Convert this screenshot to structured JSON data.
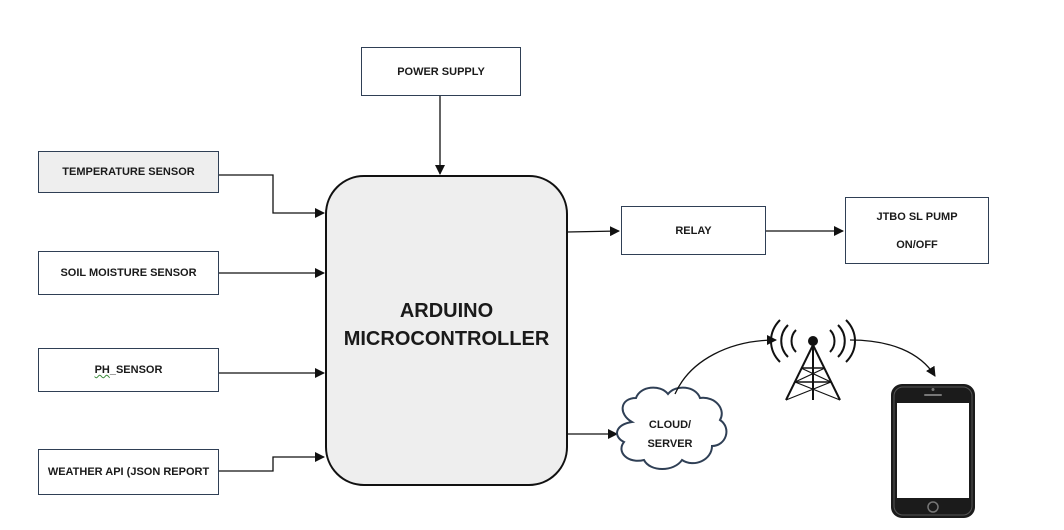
{
  "power_supply": "POWER SUPPLY",
  "sensors": {
    "temperature": "TEMPERATURE SENSOR",
    "soil_moisture": "SOIL MOISTURE SENSOR",
    "ph_prefix": "PH",
    "ph_suffix": "_SENSOR",
    "weather": "WEATHER API (JSON REPORT"
  },
  "controller": {
    "line1": "ARDUINO",
    "line2": "MICROCONTROLLER"
  },
  "relay": "RELAY",
  "pump": {
    "line1": "JTBO SL PUMP",
    "line2": "ON/OFF"
  },
  "cloud": {
    "line1": "CLOUD/",
    "line2": "SERVER"
  },
  "icons": {
    "tower": "cell-tower-icon",
    "phone": "smartphone-icon"
  }
}
